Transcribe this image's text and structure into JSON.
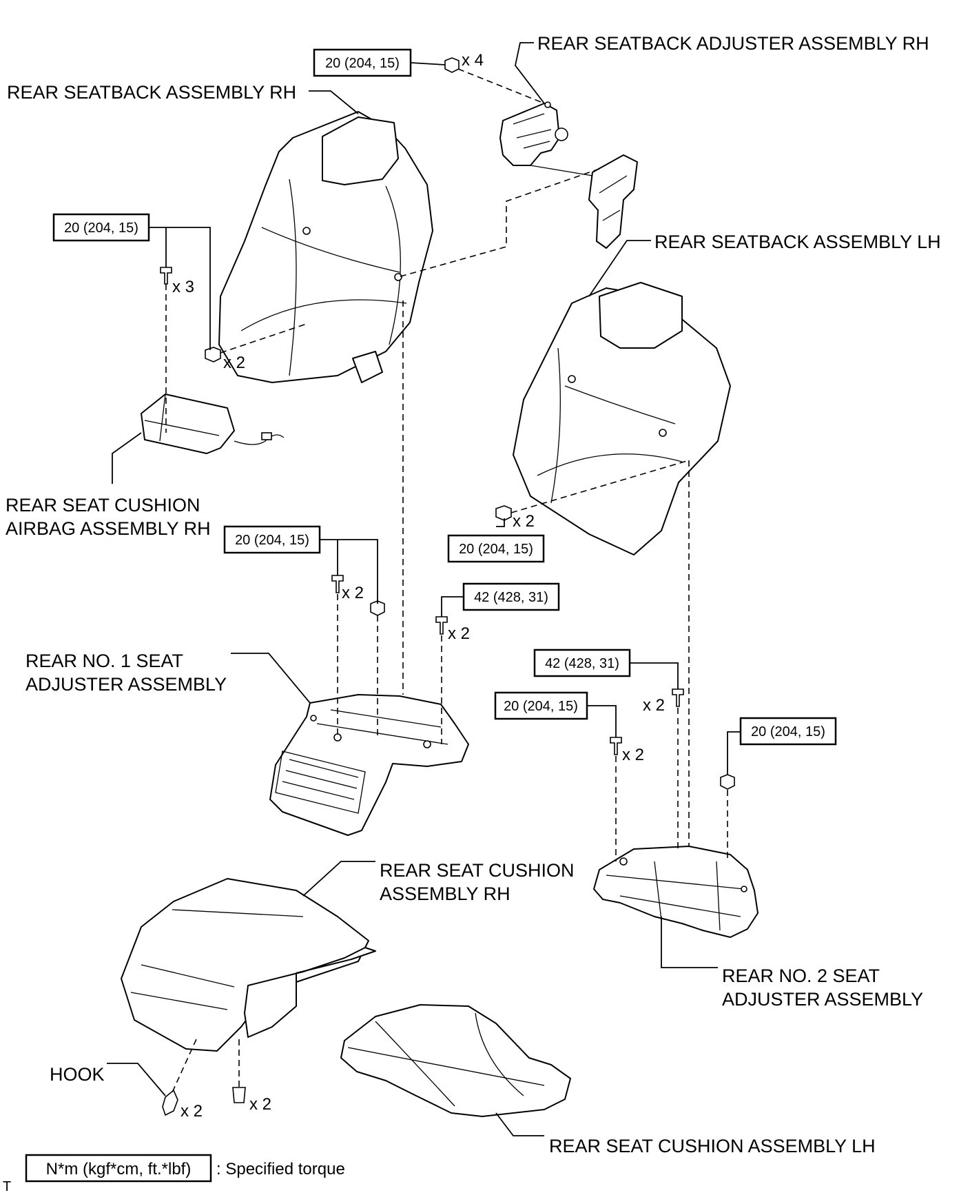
{
  "labels": {
    "seatback_adjuster_rh": "REAR SEATBACK ADJUSTER ASSEMBLY RH",
    "seatback_rh": "REAR SEATBACK ASSEMBLY RH",
    "seatback_lh": "REAR SEATBACK ASSEMBLY LH",
    "airbag_line1": "REAR SEAT CUSHION",
    "airbag_line2": "AIRBAG ASSEMBLY RH",
    "adjuster1_line1": "REAR NO. 1 SEAT",
    "adjuster1_line2": "ADJUSTER ASSEMBLY",
    "cushion_rh_line1": "REAR SEAT CUSHION",
    "cushion_rh_line2": "ASSEMBLY RH",
    "adjuster2_line1": "REAR NO. 2 SEAT",
    "adjuster2_line2": "ADJUSTER ASSEMBLY",
    "cushion_lh": "REAR SEAT CUSHION ASSEMBLY LH",
    "hook": "HOOK"
  },
  "torques": {
    "adjuster_nuts": "20 (204, 15)",
    "seatback_rh": "20 (204, 15)",
    "seatback_lh_nut": "20 (204, 15)",
    "adjuster1_bolts": "20 (204, 15)",
    "adjuster1_front": "42 (428, 31)",
    "adjuster2_mid": "42 (428, 31)",
    "adjuster2_left": "20 (204, 15)",
    "adjuster2_right": "20 (204, 15)"
  },
  "quantities": {
    "adjuster_nuts": "x 4",
    "seatback_rh_bolt": "x 3",
    "seatback_rh_nut": "x 2",
    "seatback_lh_nut": "x 2",
    "adjuster1_bolt": "x 2",
    "adjuster1_front": "x 2",
    "adjuster2_mid": "x 2",
    "adjuster2_left": "x 2",
    "hook": "x 2",
    "clip": "x 2"
  },
  "legend": {
    "unit": "N*m (kgf*cm, ft.*lbf)",
    "description": ": Specified torque"
  },
  "figure_code": "T"
}
